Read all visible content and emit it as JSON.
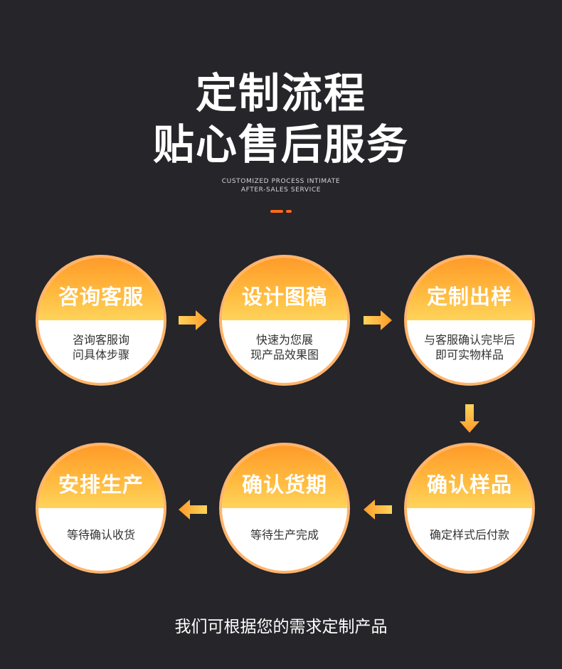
{
  "header": {
    "title_line1": "定制流程",
    "title_line2": "贴心售后服务",
    "subtitle_line1": "CUSTOMIZED PROCESS INTIMATE",
    "subtitle_line2": "AFTER-SALES SERVICE"
  },
  "colors": {
    "background": "#25252a",
    "accent": "#ff6a1a",
    "circle_gradient_top": "#ff9b2a",
    "circle_gradient_bottom": "#ffd35a",
    "circle_border": "#ffb46b"
  },
  "steps": [
    {
      "title": "咨询客服",
      "desc_line1": "咨询客服询",
      "desc_line2": "问具体步骤"
    },
    {
      "title": "设计图稿",
      "desc_line1": "快速为您展",
      "desc_line2": "现产品效果图"
    },
    {
      "title": "定制出样",
      "desc_line1": "与客服确认完毕后",
      "desc_line2": "即可实物样品"
    },
    {
      "title": "确认样品",
      "desc_line1": "确定样式后付款"
    },
    {
      "title": "确认货期",
      "desc_line1": "等待生产完成"
    },
    {
      "title": "安排生产",
      "desc_line1": "等待确认收货"
    }
  ],
  "arrows": [
    "arrow-right-icon",
    "arrow-right-icon",
    "arrow-down-icon",
    "arrow-left-icon",
    "arrow-left-icon"
  ],
  "footer": {
    "text": "我们可根据您的需求定制产品"
  }
}
